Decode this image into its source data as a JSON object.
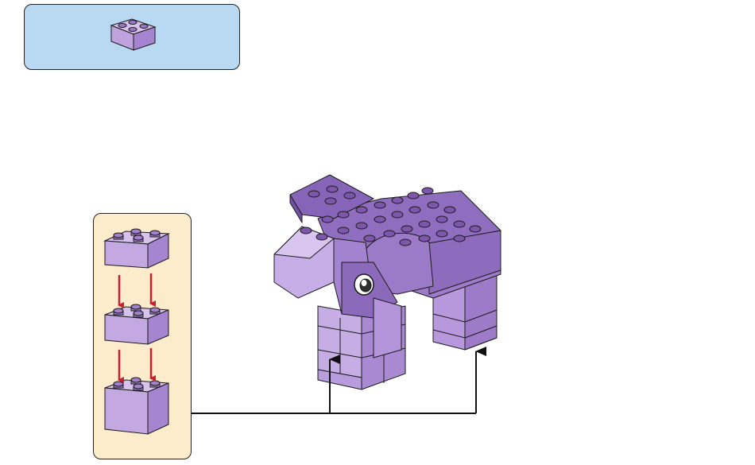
{
  "colors": {
    "parts_box_bg": "#b9d8f1",
    "subassembly_bg": "#fdeccb",
    "brick_light": "#c9aee3",
    "brick_mid": "#ab89d1",
    "brick_dark": "#8e68bd",
    "brick_top_dark": "#7d57ab",
    "arrow_red": "#c8202f",
    "outline": "#1b1b1b"
  },
  "parts_list": {
    "items": [
      {
        "part": "brick-2x2",
        "color": "lavender",
        "quantity_shown": 1
      }
    ]
  },
  "subassembly": {
    "bricks": [
      {
        "part": "brick-2x2",
        "color": "lavender"
      },
      {
        "part": "brick-2x2",
        "color": "lavender"
      },
      {
        "part": "brick-2x2",
        "color": "lavender"
      }
    ],
    "steps": 2
  },
  "model": {
    "subject": "elephant",
    "attach_targets": 2
  }
}
